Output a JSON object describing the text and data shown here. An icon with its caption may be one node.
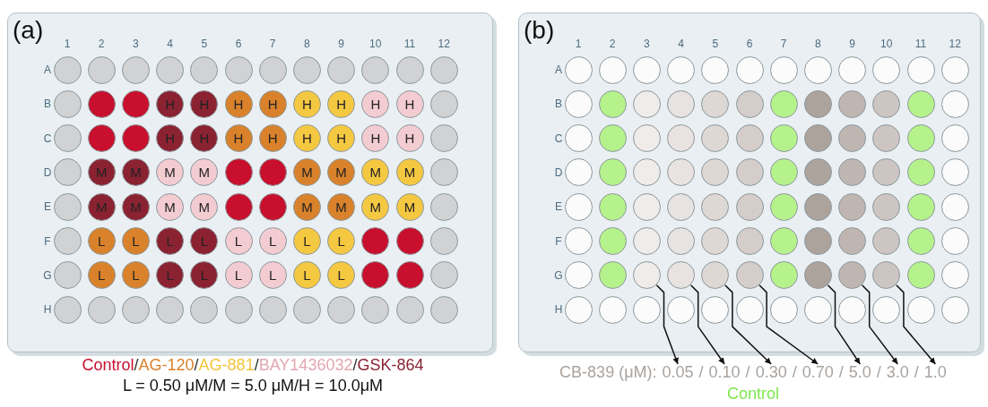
{
  "diagram": {
    "nodes": [
      {
        "text": [
          "1",
          "2",
          "3",
          "4",
          "5",
          "6",
          "7",
          "8",
          "9",
          "10",
          "11",
          "12",
          "A",
          "B",
          "C",
          "D",
          "E",
          "F",
          "G",
          "H"
        ]
      },
      {
        "text": [],
        "shape": "circle",
        "in": 0
      },
      {
        "text": [],
        "shape": "circle",
        "in": 0
      },
      {
        "text": [],
        "shape": "circle",
        "in": 0
      },
      {
        "text": [],
        "shape": "circle",
        "in": 0
      },
      {
        "text": [],
        "shape": "circle",
        "in": 0
      },
      {
        "text": [],
        "shape": "circle",
        "in": 0
      },
      {
        "text": [],
        "shape": "circle",
        "in": 0
      },
      {
        "text": [],
        "shape": "circle",
        "in": 0
      },
      {
        "text": [],
        "shape": "circle",
        "in": 0
      },
      {
        "text": [],
        "shape": "circle",
        "in": 0
      },
      {
        "text": [],
        "shape": "circle",
        "in": 0
      },
      {
        "text": [],
        "shape": "circle",
        "in": 0
      },
      {
        "text": [],
        "shape": "circle",
        "in": 0
      },
      {
        "text": [],
        "shape": "circle",
        "in": 0
      },
      {
        "text": [],
        "shape": "circle",
        "in": 0
      },
      {
        "text": [
          "H"
        ],
        "in": 0
      },
      {
        "text": [
          "H"
        ],
        "in": 0
      },
      {
        "text": [
          "H"
        ],
        "in": 0
      },
      {
        "text": [
          "H"
        ],
        "in": 0
      },
      {
        "text": [
          "H"
        ],
        "in": 0
      },
      {
        "text": [
          "H"
        ],
        "in": 0
      },
      {
        "text": [
          "H"
        ],
        "in": 0
      },
      {
        "text": [
          "H"
        ],
        "in": 0
      },
      {
        "text": [],
        "shape": "circle",
        "in": 0
      },
      {
        "text": [],
        "shape": "circle",
        "in": 0
      },
      {
        "text": [],
        "shape": "circle",
        "in": 0
      },
      {
        "text": [],
        "shape": "circle",
        "in": 0
      },
      {
        "text": [
          "H"
        ],
        "in": 0
      },
      {
        "text": [
          "H"
        ],
        "in": 0
      },
      {
        "text": [
          "H"
        ],
        "in": 0
      },
      {
        "text": [
          "H"
        ],
        "in": 0
      },
      {
        "text": [
          "H"
        ],
        "in": 0
      },
      {
        "text": [
          "H"
        ],
        "in": 0
      },
      {
        "text": [
          "H"
        ],
        "in": 0
      },
      {
        "text": [
          "H"
        ],
        "in": 0
      },
      {
        "text": [],
        "shape": "circle",
        "in": 0
      },
      {
        "text": [],
        "shape": "circle",
        "in": 0
      },
      {
        "text": [
          "M"
        ],
        "in": 0
      },
      {
        "text": [
          "M"
        ],
        "in": 0
      },
      {
        "text": [
          "M"
        ],
        "in": 0
      },
      {
        "text": [
          "M"
        ],
        "in": 0
      },
      {
        "text": [],
        "shape": "circle",
        "in": 0
      },
      {
        "text": [],
        "shape": "circle",
        "in": 0
      },
      {
        "text": [
          "M"
        ],
        "in": 0
      },
      {
        "text": [
          "M"
        ],
        "in": 0
      },
      {
        "text": [
          "M"
        ],
        "in": 0
      },
      {
        "text": [
          "M"
        ],
        "in": 0
      },
      {
        "text": [],
        "shape": "circle",
        "in": 0
      },
      {
        "text": [],
        "shape": "circle",
        "in": 0
      },
      {
        "text": [
          "M"
        ],
        "in": 0
      },
      {
        "text": [
          "M"
        ],
        "in": 0
      },
      {
        "text": [
          "M"
        ],
        "in": 0
      },
      {
        "text": [
          "M"
        ],
        "in": 0
      },
      {
        "text": [],
        "shape": "circle",
        "in": 0
      },
      {
        "text": [],
        "shape": "circle",
        "in": 0
      },
      {
        "text": [
          "M"
        ],
        "in": 0
      },
      {
        "text": [
          "M"
        ],
        "in": 0
      },
      {
        "text": [
          "M"
        ],
        "in": 0
      },
      {
        "text": [
          "M"
        ],
        "in": 0
      },
      {
        "text": [],
        "shape": "circle",
        "in": 0
      },
      {
        "text": [],
        "shape": "circle",
        "in": 0
      },
      {
        "text": [
          "L"
        ],
        "in": 0
      },
      {
        "text": [
          "L"
        ],
        "in": 0
      },
      {
        "text": [
          "L"
        ],
        "in": 0
      },
      {
        "text": [
          "L"
        ],
        "in": 0
      },
      {
        "text": [
          "L"
        ],
        "in": 0
      },
      {
        "text": [
          "L"
        ],
        "in": 0
      },
      {
        "text": [
          "L"
        ],
        "in": 0
      },
      {
        "text": [
          "L"
        ],
        "in": 0
      },
      {
        "text": [],
        "shape": "circle",
        "in": 0
      },
      {
        "text": [],
        "shape": "circle",
        "in": 0
      },
      {
        "text": [],
        "shape": "circle",
        "in": 0
      },
      {
        "text": [],
        "shape": "circle",
        "in": 0
      },
      {
        "text": [
          "L"
        ],
        "in": 0
      },
      {
        "text": [
          "L"
        ],
        "in": 0
      },
      {
        "text": [
          "L"
        ],
        "in": 0
      },
      {
        "text": [
          "L"
        ],
        "in": 0
      },
      {
        "text": [
          "L"
        ],
        "in": 0
      },
      {
        "text": [
          "L"
        ],
        "in": 0
      },
      {
        "text": [
          "L"
        ],
        "in": 0
      },
      {
        "text": [
          "L"
        ],
        "in": 0
      },
      {
        "text": [],
        "shape": "circle",
        "in": 0
      },
      {
        "text": [],
        "shape": "circle",
        "in": 0
      },
      {
        "text": [],
        "shape": "circle",
        "in": 0
      },
      {
        "text": [],
        "shape": "circle",
        "in": 0
      },
      {
        "text": [],
        "shape": "circle",
        "in": 0
      },
      {
        "text": [],
        "shape": "circle",
        "in": 0
      },
      {
        "text": [],
        "shape": "circle",
        "in": 0
      },
      {
        "text": [],
        "shape": "circle",
        "in": 0
      },
      {
        "text": [],
        "shape": "circle",
        "in": 0
      },
      {
        "text": [],
        "shape": "circle",
        "in": 0
      },
      {
        "text": [],
        "shape": "circle",
        "in": 0
      },
      {
        "text": [],
        "shape": "circle",
        "in": 0
      },
      {
        "text": [],
        "shape": "circle",
        "in": 0
      },
      {
        "text": [],
        "shape": "circle",
        "in": 0
      },
      {
        "text": [],
        "shape": "circle",
        "in": 0
      },
      {
        "text": [
          "1",
          "2",
          "3",
          "4",
          "5",
          "6",
          "7",
          "8",
          "9",
          "10",
          "11",
          "12",
          "A",
          "B",
          "C",
          "D",
          "E",
          "F",
          "G",
          "H"
        ]
      },
      {
        "text": [],
        "shape": "circle",
        "in": 97
      },
      {
        "text": [],
        "shape": "circle",
        "in": 97
      },
      {
        "text": [],
        "shape": "circle",
        "in": 97
      },
      {
        "text": [],
        "shape": "circle",
        "in": 97
      },
      {
        "text": [],
        "shape": "circle",
        "in": 97
      },
      {
        "text": [],
        "shape": "circle",
        "in": 97
      },
      {
        "text": [],
        "shape": "circle",
        "in": 97
      },
      {
        "text": [],
        "shape": "circle",
        "in": 97
      },
      {
        "text": [],
        "shape": "circle",
        "in": 97
      },
      {
        "text": [],
        "shape": "circle",
        "in": 97
      },
      {
        "text": [],
        "shape": "circle",
        "in": 97
      },
      {
        "text": [],
        "shape": "circle",
        "in": 97
      },
      {
        "text": [],
        "shape": "circle",
        "in": 97
      },
      {
        "text": [],
        "shape": "circle",
        "in": 97
      },
      {
        "text": [],
        "shape": "circle",
        "in": 97
      },
      {
        "text": [],
        "shape": "circle",
        "in": 97
      },
      {
        "text": [],
        "shape": "circle",
        "in": 97
      },
      {
        "text": [],
        "shape": "circle",
        "in": 97
      },
      {
        "text": [],
        "shape": "circle",
        "in": 97
      },
      {
        "text": [],
        "shape": "circle",
        "in": 97
      },
      {
        "text": [],
        "shape": "circle",
        "in": 97
      },
      {
        "text": [],
        "shape": "circle",
        "in": 97
      },
      {
        "text": [],
        "shape": "circle",
        "in": 97
      },
      {
        "text": [],
        "shape": "circle",
        "in": 97
      },
      {
        "text": [],
        "shape": "circle",
        "in": 97
      },
      {
        "text": [],
        "shape": "circle",
        "in": 97
      },
      {
        "text": [],
        "shape": "circle",
        "in": 97
      },
      {
        "text": [],
        "shape": "circle",
        "in": 97
      },
      {
        "text": [],
        "shape": "circle",
        "in": 97
      },
      {
        "text": [],
        "shape": "circle",
        "in": 97
      },
      {
        "text": [],
        "shape": "circle",
        "in": 97
      },
      {
        "text": [],
        "shape": "circle",
        "in": 97
      },
      {
        "text": [],
        "shape": "circle",
        "in": 97
      },
      {
        "text": [],
        "shape": "circle",
        "in": 97
      },
      {
        "text": [],
        "shape": "circle",
        "in": 97
      },
      {
        "text": [],
        "shape": "circle",
        "in": 97
      },
      {
        "text": [],
        "shape": "circle",
        "in": 97
      },
      {
        "text": [],
        "shape": "circle",
        "in": 97
      },
      {
        "text": [],
        "shape": "circle",
        "in": 97
      },
      {
        "text": [],
        "shape": "circle",
        "in": 97
      },
      {
        "text": [],
        "shape": "circle",
        "in": 97
      },
      {
        "text": [],
        "shape": "circle",
        "in": 97
      },
      {
        "text": [],
        "shape": "circle",
        "in": 97
      },
      {
        "text": [],
        "shape": "circle",
        "in": 97
      },
      {
        "text": [],
        "shape": "circle",
        "in": 97
      },
      {
        "text": [],
        "shape": "circle",
        "in": 97
      },
      {
        "text": [],
        "shape": "circle",
        "in": 97
      },
      {
        "text": [],
        "shape": "circle",
        "in": 97
      },
      {
        "text": [],
        "shape": "circle",
        "in": 97
      },
      {
        "text": [],
        "shape": "circle",
        "in": 97
      },
      {
        "text": [],
        "shape": "circle",
        "in": 97
      },
      {
        "text": [],
        "shape": "circle",
        "in": 97
      },
      {
        "text": [],
        "shape": "circle",
        "in": 97
      },
      {
        "text": [],
        "shape": "circle",
        "in": 97
      },
      {
        "text": [],
        "shape": "circle",
        "in": 97
      },
      {
        "text": [],
        "shape": "circle",
        "in": 97
      },
      {
        "text": [],
        "shape": "circle",
        "in": 97
      },
      {
        "text": [],
        "shape": "circle",
        "in": 97
      },
      {
        "text": [],
        "shape": "circle",
        "in": 97
      },
      {
        "text": [],
        "shape": "circle",
        "in": 97
      },
      {
        "text": [],
        "shape": "circle",
        "in": 97
      },
      {
        "text": [],
        "shape": "circle",
        "in": 97
      },
      {
        "text": [],
        "shape": "circle",
        "in": 97
      },
      {
        "text": [],
        "shape": "circle",
        "in": 97
      },
      {
        "text": [],
        "shape": "circle",
        "in": 97
      },
      {
        "text": [],
        "shape": "circle",
        "in": 97
      },
      {
        "text": [],
        "shape": "circle",
        "in": 97
      },
      {
        "text": [],
        "shape": "circle",
        "in": 97
      },
      {
        "text": [],
        "shape": "circle",
        "in": 97
      },
      {
        "text": [],
        "shape": "circle",
        "in": 97
      },
      {
        "text": [],
        "shape": "circle",
        "in": 97
      },
      {
        "text": [],
        "shape": "circle",
        "in": 97
      },
      {
        "text": [],
        "shape": "circle",
        "in": 97
      },
      {
        "text": [],
        "shape": "circle",
        "in": 97
      },
      {
        "text": [],
        "shape": "circle",
        "in": 97
      },
      {
        "text": [],
        "shape": "circle",
        "in": 97
      },
      {
        "text": [],
        "shape": "circle",
        "in": 97
      },
      {
        "text": [],
        "shape": "circle",
        "in": 97
      },
      {
        "text": [],
        "shape": "circle",
        "in": 97
      },
      {
        "text": [],
        "shape": "circle",
        "in": 97
      },
      {
        "text": [],
        "shape": "circle",
        "in": 97
      },
      {
        "text": [],
        "shape": "circle",
        "in": 97
      },
      {
        "text": [],
        "shape": "circle",
        "in": 97
      },
      {
        "text": [],
        "shape": "circle",
        "in": 97
      },
      {
        "text": [],
        "shape": "circle",
        "in": 97
      },
      {
        "text": [],
        "shape": "circle",
        "in": 97
      },
      {
        "text": [],
        "shape": "circle",
        "in": 97
      },
      {
        "text": [],
        "shape": "circle",
        "in": 97
      },
      {
        "text": [],
        "shape": "circle",
        "in": 97
      },
      {
        "text": [],
        "shape": "circle",
        "in": 97
      },
      {
        "text": [],
        "shape": "circle",
        "in": 97
      },
      {
        "text": [],
        "shape": "circle",
        "in": 97
      },
      {
        "text": [],
        "shape": "circle",
        "in": 97
      },
      {
        "text": [],
        "shape": "circle",
        "in": 97
      },
      {
        "text": [],
        "shape": "circle",
        "in": 97
      },
      {
        "text": [],
        "shape": "circle",
        "in": 97
      },
      {
        "text": [
          "0.05"
        ]
      },
      {
        "text": [
          "0.10"
        ]
      },
      {
        "text": [
          "0.30"
        ]
      },
      {
        "text": [
          "0.70"
        ]
      },
      {
        "text": [
          "5.0"
        ]
      },
      {
        "text": [
          "3.0"
        ]
      },
      {
        "text": [
          "1.0"
        ]
      }
    ],
    "edges": [
      {
        "from": 172,
        "to": 194,
        "arrow": "to"
      },
      {
        "from": 173,
        "to": 195,
        "arrow": "to"
      },
      {
        "from": 174,
        "to": 196,
        "arrow": "to"
      },
      {
        "from": 175,
        "to": 197,
        "arrow": "to"
      },
      {
        "from": 177,
        "to": 198,
        "arrow": "to"
      },
      {
        "from": 178,
        "to": 199,
        "arrow": "to"
      },
      {
        "from": 179,
        "to": 200,
        "arrow": "to"
      }
    ],
    "labels": [
      "(a)",
      "(b)",
      "/",
      "/",
      "/",
      "/",
      "L = 0.50 μM/M = 5.0 μM/H = 10.0μM",
      "CB-839 (μM):",
      "/",
      "/",
      "/",
      "/",
      "/",
      "/"
    ],
    "legend": [
      {
        "text": "Control",
        "color": "#c8102e"
      },
      {
        "text": "AG-120",
        "color": "#d9822b"
      },
      {
        "text": "AG-881",
        "color": "#f0c53c"
      },
      {
        "text": "BAY1436032",
        "color": "#e3a6b2"
      },
      {
        "text": "GSK-864",
        "color": "#8b2232"
      },
      {
        "text": "Control",
        "color": "#7ee84c"
      }
    ]
  }
}
